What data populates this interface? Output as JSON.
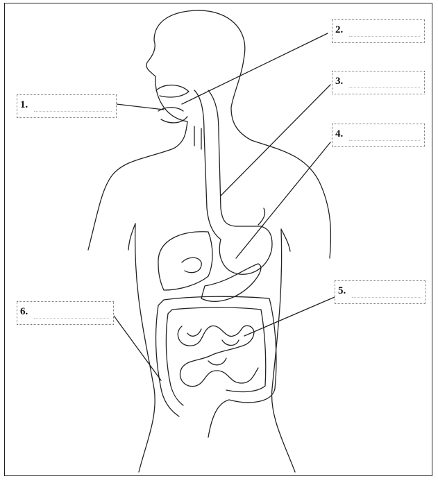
{
  "labels": [
    {
      "id": "1",
      "text": "1."
    },
    {
      "id": "2",
      "text": "2."
    },
    {
      "id": "3",
      "text": "3."
    },
    {
      "id": "4",
      "text": "4."
    },
    {
      "id": "5",
      "text": "5."
    },
    {
      "id": "6",
      "text": "6."
    }
  ],
  "colors": {
    "line": "#222222",
    "box_border": "#777777"
  }
}
